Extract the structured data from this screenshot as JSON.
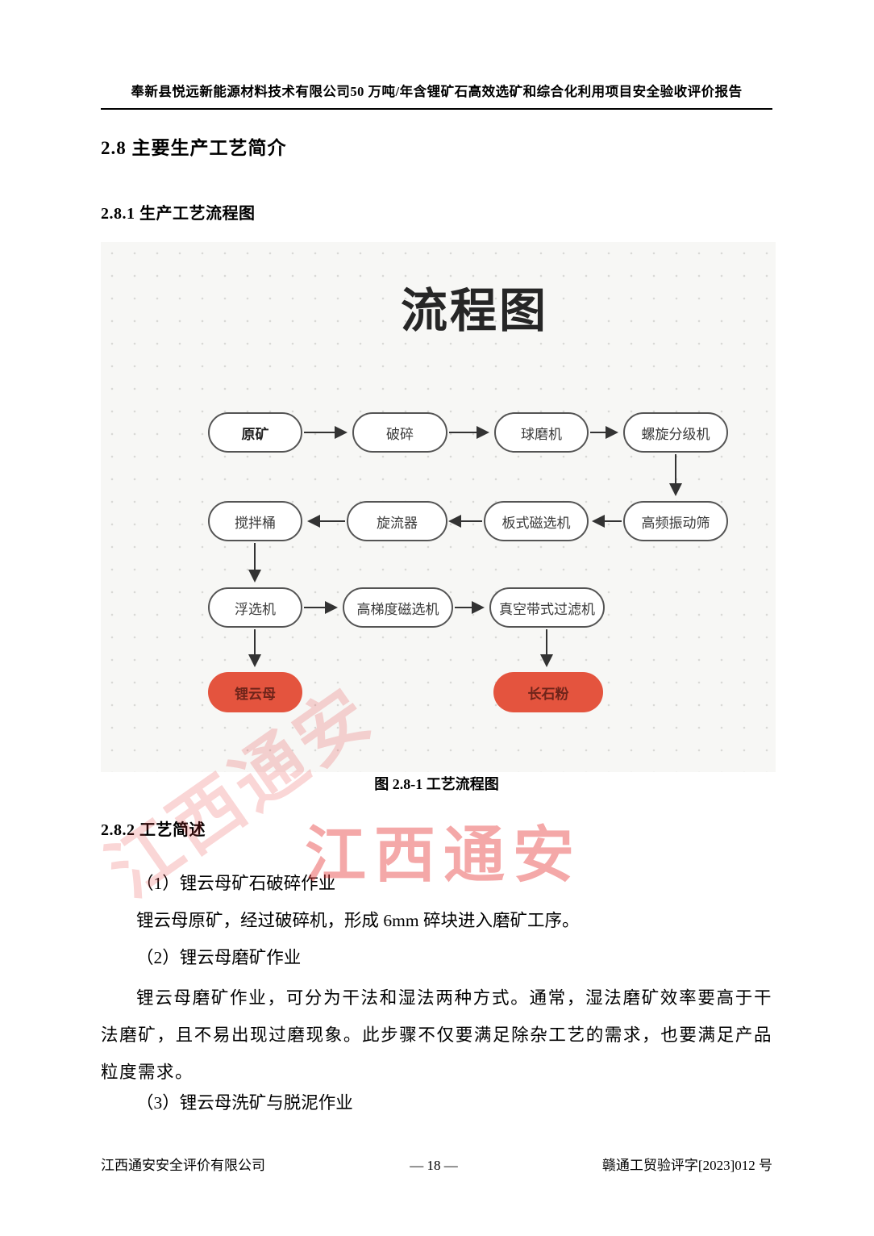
{
  "header": {
    "title": "奉新县悦远新能源材料技术有限公司50 万吨/年含锂矿石高效选矿和综合化利用项目安全验收评价报告"
  },
  "headings": {
    "s28": "2.8 主要生产工艺简介",
    "s281": "2.8.1 生产工艺流程图",
    "s282": "2.8.2 工艺简述"
  },
  "flowchart": {
    "title": "流程图",
    "caption": "图 2.8-1  工艺流程图",
    "colors": {
      "node_border": "#545454",
      "output_bg": "#e4543e",
      "arrow": "#333333",
      "canvas_bg": "#f7f7f5"
    },
    "nodes": [
      {
        "id": "raw-ore",
        "label": "原矿"
      },
      {
        "id": "crushing",
        "label": "破碎"
      },
      {
        "id": "ball-mill",
        "label": "球磨机"
      },
      {
        "id": "spiral-classifier",
        "label": "螺旋分级机"
      },
      {
        "id": "stirring-tank",
        "label": "搅拌桶"
      },
      {
        "id": "cyclone",
        "label": "旋流器"
      },
      {
        "id": "plate-magnetic-separator",
        "label": "板式磁选机"
      },
      {
        "id": "high-frequency-vibrating-screen",
        "label": "高频振动筛"
      },
      {
        "id": "flotation-machine",
        "label": "浮选机"
      },
      {
        "id": "high-gradient-magnetic-separator",
        "label": "高梯度磁选机"
      },
      {
        "id": "vacuum-belt-filter",
        "label": "真空带式过滤机"
      },
      {
        "id": "lepidolite",
        "label": "锂云母"
      },
      {
        "id": "feldspar-powder",
        "label": "长石粉"
      }
    ]
  },
  "body": {
    "p1": "（1）锂云母矿石破碎作业",
    "p2": "锂云母原矿，经过破碎机，形成 6mm 碎块进入磨矿工序。",
    "p3": "（2）锂云母磨矿作业",
    "p4": "锂云母磨矿作业，可分为干法和湿法两种方式。通常，湿法磨矿效率要高于干法磨矿，且不易出现过磨现象。此步骤不仅要满足除杂工艺的需求，也要满足产品粒度需求。",
    "p5": "（3）锂云母洗矿与脱泥作业"
  },
  "watermark": {
    "text": "江西通安"
  },
  "footer": {
    "left": "江西通安安全评价有限公司",
    "center": "— 18 —",
    "right": "赣通工贸验评字[2023]012 号"
  }
}
